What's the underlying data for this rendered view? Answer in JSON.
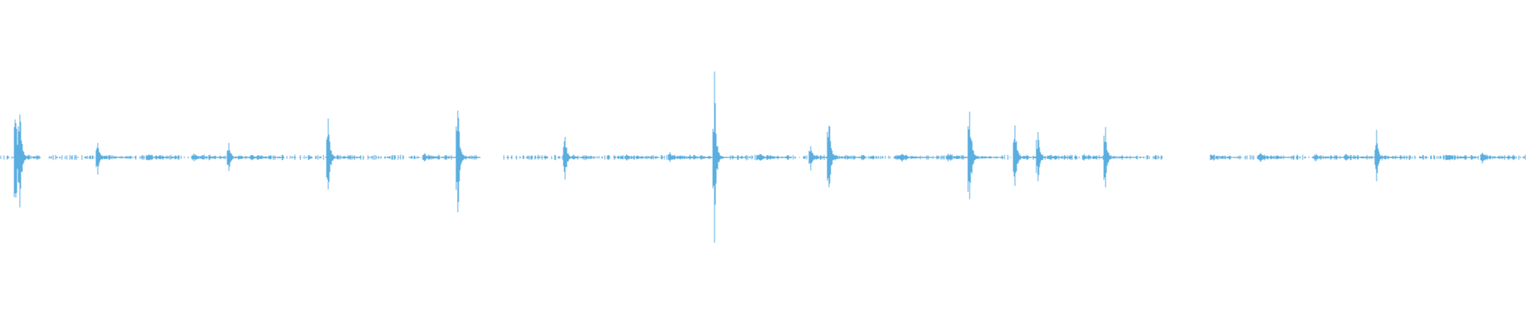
{
  "waveform": {
    "color": "#5aaee0",
    "background": "#ffffff",
    "baseline_level": 0.02,
    "transients": [
      {
        "t": 0.01,
        "amp": 0.58
      },
      {
        "t": 0.013,
        "amp": 0.56
      },
      {
        "t": 0.064,
        "amp": 0.15
      },
      {
        "t": 0.097,
        "amp": 0.05
      },
      {
        "t": 0.127,
        "amp": 0.04
      },
      {
        "t": 0.15,
        "amp": 0.14
      },
      {
        "t": 0.165,
        "amp": 0.04
      },
      {
        "t": 0.215,
        "amp": 0.44
      },
      {
        "t": 0.278,
        "amp": 0.05
      },
      {
        "t": 0.3,
        "amp": 0.63
      },
      {
        "t": 0.37,
        "amp": 0.26
      },
      {
        "t": 0.41,
        "amp": 0.03
      },
      {
        "t": 0.439,
        "amp": 0.05
      },
      {
        "t": 0.452,
        "amp": 0.02
      },
      {
        "t": 0.468,
        "amp": 0.75
      },
      {
        "t": 0.498,
        "amp": 0.06
      },
      {
        "t": 0.531,
        "amp": 0.14
      },
      {
        "t": 0.543,
        "amp": 0.47
      },
      {
        "t": 0.591,
        "amp": 0.05
      },
      {
        "t": 0.621,
        "amp": 0.05
      },
      {
        "t": 0.635,
        "amp": 0.69
      },
      {
        "t": 0.665,
        "amp": 0.37
      },
      {
        "t": 0.68,
        "amp": 0.26
      },
      {
        "t": 0.71,
        "amp": 0.04
      },
      {
        "t": 0.724,
        "amp": 0.38
      },
      {
        "t": 0.768,
        "amp": 0.03
      },
      {
        "t": 0.793,
        "amp": 0.05
      },
      {
        "t": 0.826,
        "amp": 0.06
      },
      {
        "t": 0.862,
        "amp": 0.05
      },
      {
        "t": 0.882,
        "amp": 0.05
      },
      {
        "t": 0.902,
        "amp": 0.22
      },
      {
        "t": 0.948,
        "amp": 0.05
      },
      {
        "t": 0.971,
        "amp": 0.06
      }
    ],
    "quiet_gaps": [
      [
        0.027,
        0.032
      ],
      [
        0.315,
        0.329
      ],
      [
        0.763,
        0.793
      ]
    ]
  }
}
